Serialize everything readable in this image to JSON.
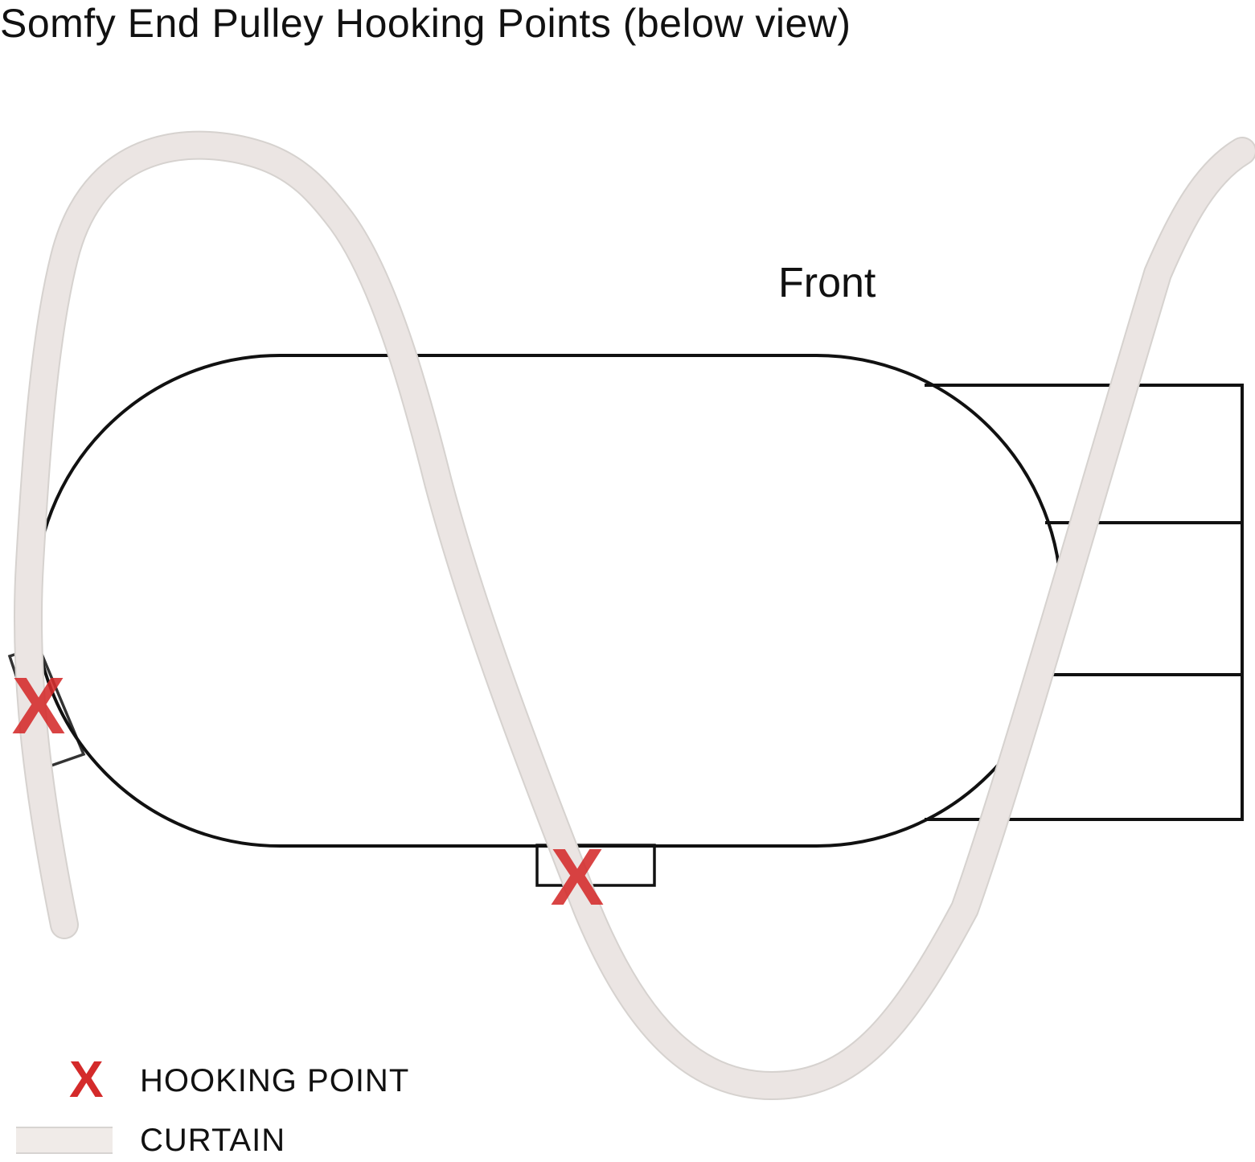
{
  "title": "Somfy End Pulley Hooking Points (below view)",
  "front_label": "Front",
  "legend": {
    "hooking_point_symbol": "X",
    "hooking_point_label": "HOOKING POINT",
    "curtain_label": "CURTAIN"
  },
  "colors": {
    "outline": "#111111",
    "hook_red": "#d42a2a",
    "curtain_fill": "#f0ebe8",
    "curtain_edge": "#d7d4d2"
  },
  "hooks": [
    {
      "name": "hook-left-end",
      "symbol": "X"
    },
    {
      "name": "hook-bottom-center",
      "symbol": "X"
    }
  ]
}
